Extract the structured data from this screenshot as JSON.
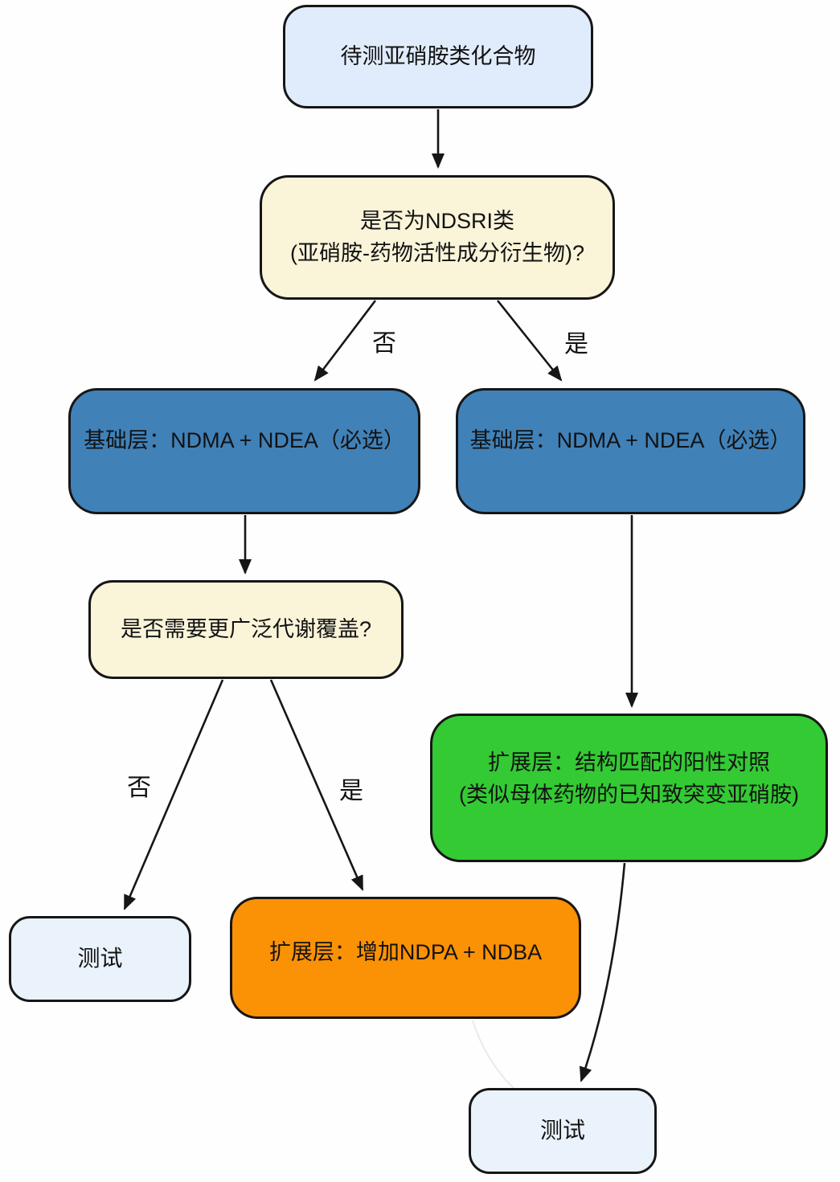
{
  "nodes": {
    "start": {
      "label": "待测亚硝胺类化合物",
      "fill": "#e0ecfb"
    },
    "q_ndsri": {
      "label": "是否为NDSRI类\n(亚硝胺-药物活性成分衍生物)?",
      "fill": "#faf4d9"
    },
    "base_left": {
      "label": "基础层：NDMA + NDEA（必选）",
      "fill": "#4081b8"
    },
    "base_right": {
      "label": "基础层：NDMA + NDEA（必选）",
      "fill": "#4081b8"
    },
    "q_metab": {
      "label": "是否需要更广泛代谢覆盖?",
      "fill": "#faf4d9"
    },
    "expand_matched": {
      "label": "扩展层：结构匹配的阳性对照\n(类似母体药物的已知致突变亚硝胺)",
      "fill": "#33ca33"
    },
    "test_left": {
      "label": "测试",
      "fill": "#eaf2fb"
    },
    "expand_ndpa": {
      "label": "扩展层：增加NDPA + NDBA",
      "fill": "#fb9104"
    },
    "test_bottom": {
      "label": "测试",
      "fill": "#eaf2fb"
    }
  },
  "edge_labels": {
    "ndsri_no": "否",
    "ndsri_yes": "是",
    "metab_no": "否",
    "metab_yes": "是"
  },
  "colors": {
    "line": "#161616",
    "text": "#121212",
    "background": "#fefefe"
  }
}
